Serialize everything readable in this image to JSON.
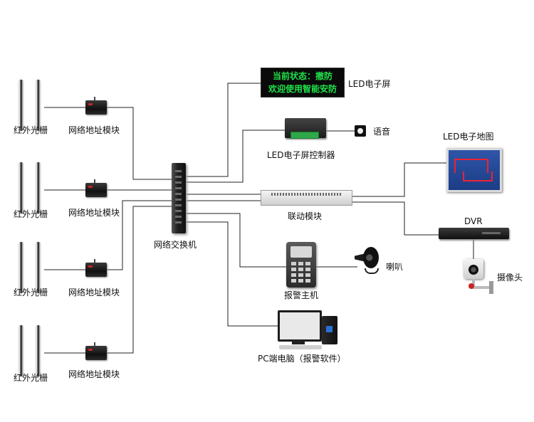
{
  "diagram": {
    "beam_label": "红外光栅",
    "address_module_label": "网络地址模块",
    "switch_label": "网络交换机",
    "led_screen": {
      "label": "LED电子屏",
      "line1": "当前状态：撤防",
      "line2": "欢迎使用智能安防"
    },
    "led_controller_label": "LED电子屏控制器",
    "speaker_label": "语音",
    "linkage_module_label": "联动模块",
    "map_label": "LED电子地图",
    "dvr_label": "DVR",
    "camera_label": "摄像头",
    "alarm_host_label": "报警主机",
    "horn_label": "喇叭",
    "pc_label": "PC端电脑（报警软件）"
  }
}
